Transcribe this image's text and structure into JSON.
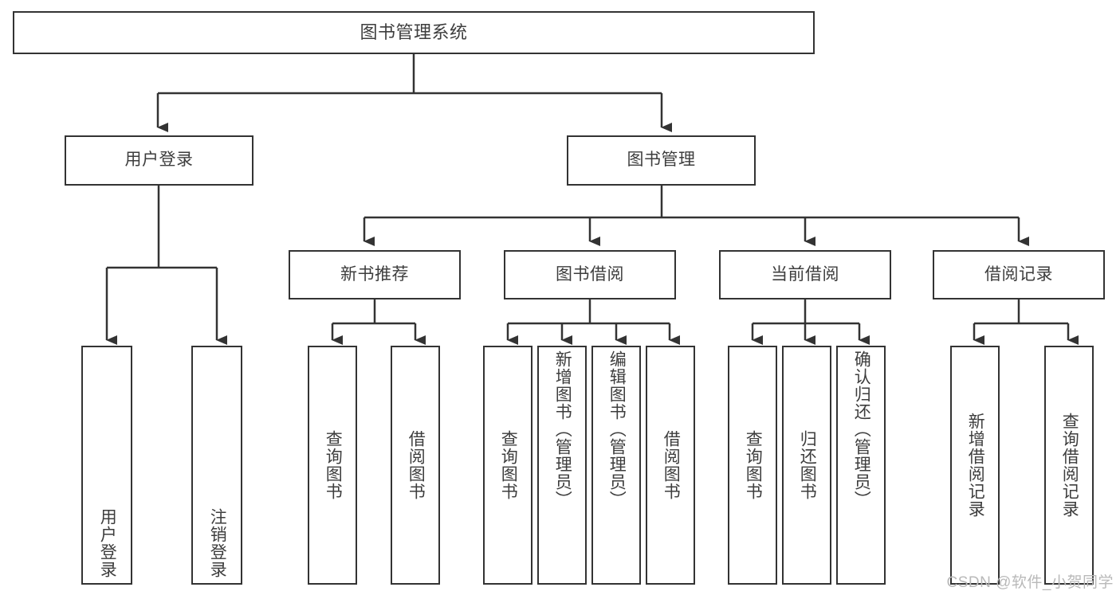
{
  "diagram": {
    "type": "tree",
    "title": "图书管理系统",
    "colors": {
      "box_border": "#333333",
      "box_fill": "#ffffff",
      "text": "#3d3d3d",
      "connector": "#333333",
      "watermark": "#b9b9b9"
    },
    "watermark": "CSDN @软件_小贺同学"
  },
  "nodes": {
    "root": {
      "label": "图书管理系统"
    },
    "level2": [
      {
        "label": "用户登录"
      },
      {
        "label": "图书管理"
      }
    ],
    "level3": [
      {
        "label": "新书推荐"
      },
      {
        "label": "图书借阅"
      },
      {
        "label": "当前借阅"
      },
      {
        "label": "借阅记录"
      }
    ],
    "leaves_user_login": [
      {
        "label": "用户登录"
      },
      {
        "label": "注销登录"
      }
    ],
    "leaves_new_book": [
      {
        "label": "查询图书"
      },
      {
        "label": "借阅图书"
      }
    ],
    "leaves_borrow": [
      {
        "label": "查询图书"
      },
      {
        "label": "新增图书（管理员）"
      },
      {
        "label": "编辑图书（管理员）"
      },
      {
        "label": "借阅图书"
      }
    ],
    "leaves_current": [
      {
        "label": "查询图书"
      },
      {
        "label": "归还图书"
      },
      {
        "label": "确认归还（管理员）"
      }
    ],
    "leaves_records": [
      {
        "label": "新增借阅记录"
      },
      {
        "label": "查询借阅记录"
      }
    ]
  }
}
